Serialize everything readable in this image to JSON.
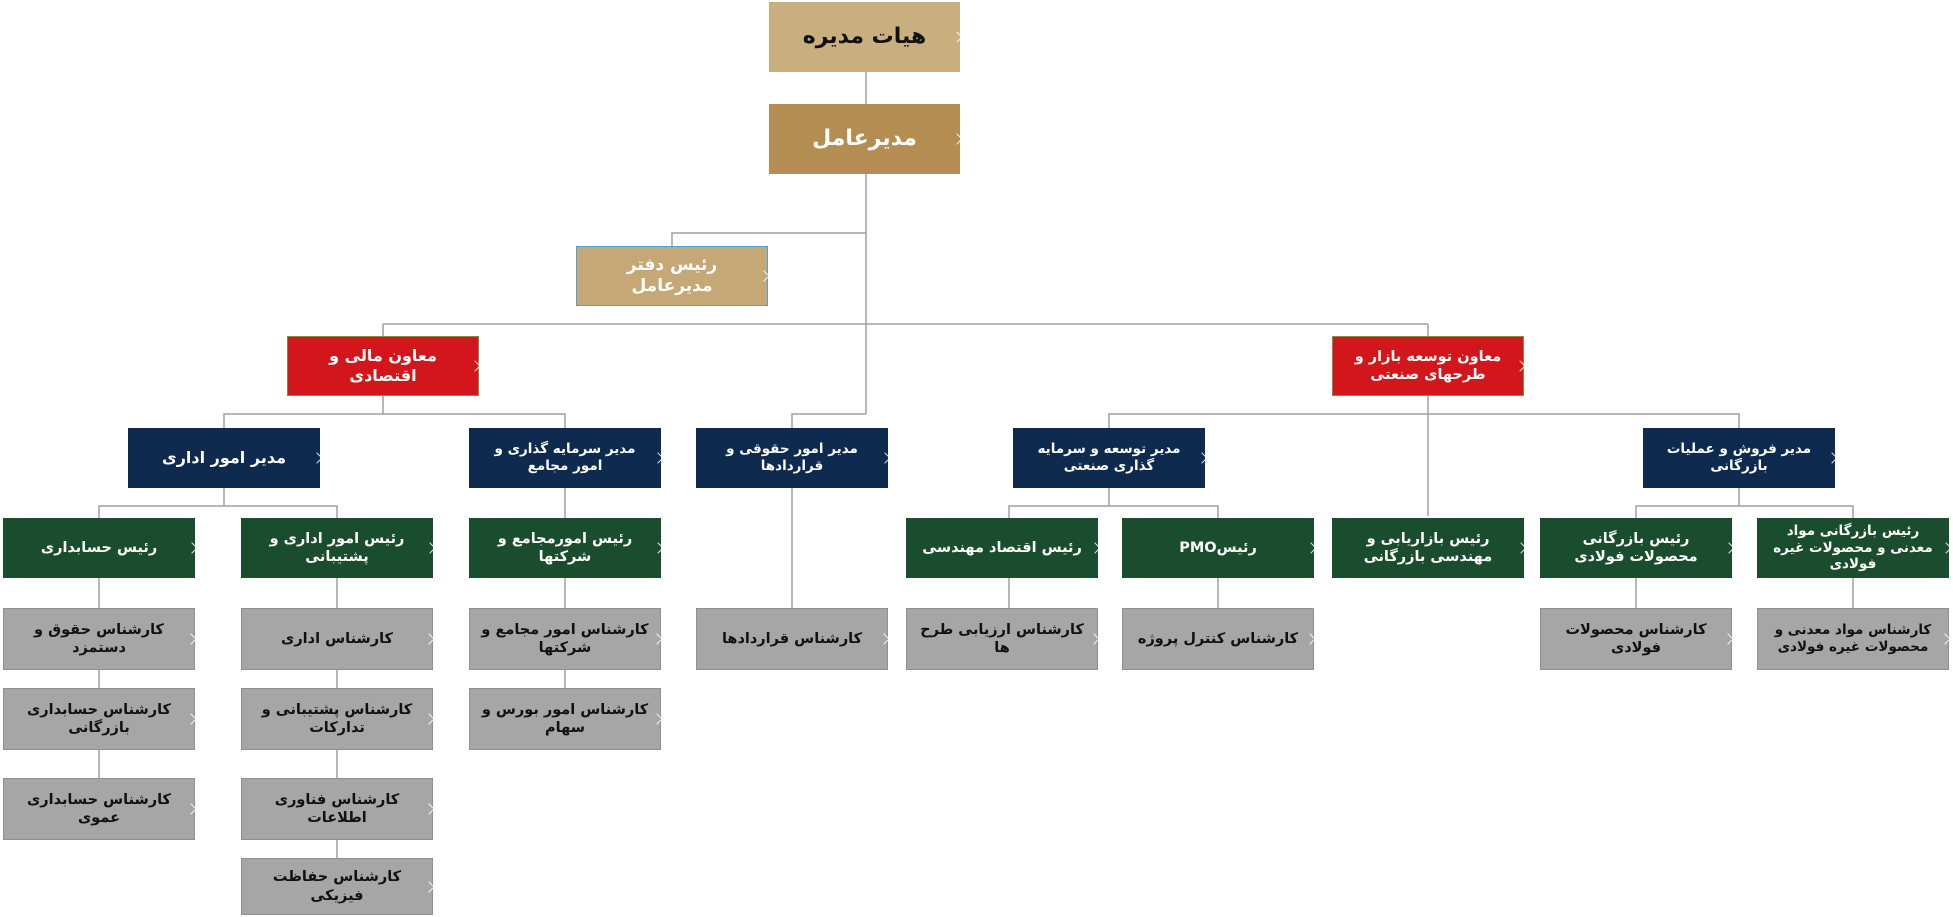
{
  "board": "هیات مدیره",
  "ceo": "مدیرعامل",
  "ceo_office": "رئیس دفتر مدیرعامل",
  "deputy_finance": "معاون مالی و اقتصادی",
  "deputy_market": "معاون توسعه بازار و طرحهای صنعتی",
  "mgr_admin": "مدیر امور اداری",
  "mgr_investment": "مدیر سرمایه گذاری و امور مجامع",
  "mgr_legal": "مدیر امور حقوقی و قراردادها",
  "mgr_industrial": "مدیر توسعه و سرمایه گذاری صنعتی",
  "mgr_sales": "مدیر فروش و عملیات بازرگانی",
  "head_accounting": "رئیس حسابداری",
  "head_admin_support": "رئیس امور اداری و پشتیبانی",
  "head_assemblies": "رئیس امورمجامع و شرکتها",
  "head_economics": "رئیس اقتصاد مهندسی",
  "head_pmo": "رئیسPMO",
  "head_marketing": "رئیس بازاریابی و مهندسی بازرگانی",
  "head_steel": "رئیس بازرگانی محصولات فولادی",
  "head_mineral": "رئیس بازرگانی مواد معدنی و محصولات غیره فولادی",
  "exp_wages": "کارشناس حقوق و دستمزد",
  "exp_commercial_acc": "کارشناس حسابداری بازرگانی",
  "exp_general_acc": "کارشناس حسابداری عموی",
  "exp_admin": "کارشناس اداری",
  "exp_procurement": "کارشناس پشتیبانی و تدارکات",
  "exp_it": "کارشناس فناوری اطلاعات",
  "exp_security": "کارشناس حفاظت فیزیکی",
  "exp_assemblies": "کارشناس امور مجامع و شرکتها",
  "exp_stock": "کارشناس امور بورس و سهام",
  "exp_contracts": "کارشناس قراردادها",
  "exp_evaluation": "کارشناس ارزیابی طرح ها",
  "exp_project_control": "کارشناس کنترل پروژه",
  "exp_steel": "کارشناس محصولات فولادی",
  "exp_mineral": "کارشناس مواد معدنی و محصولات غیره فولادی",
  "colors": {
    "board": "#c9ae7e",
    "ceo": "#b38d52",
    "deputy": "#d3161b",
    "manager": "#0e2a4e",
    "head": "#1a4d2e",
    "expert": "#a6a6a6",
    "connector": "#a0a0a0"
  }
}
